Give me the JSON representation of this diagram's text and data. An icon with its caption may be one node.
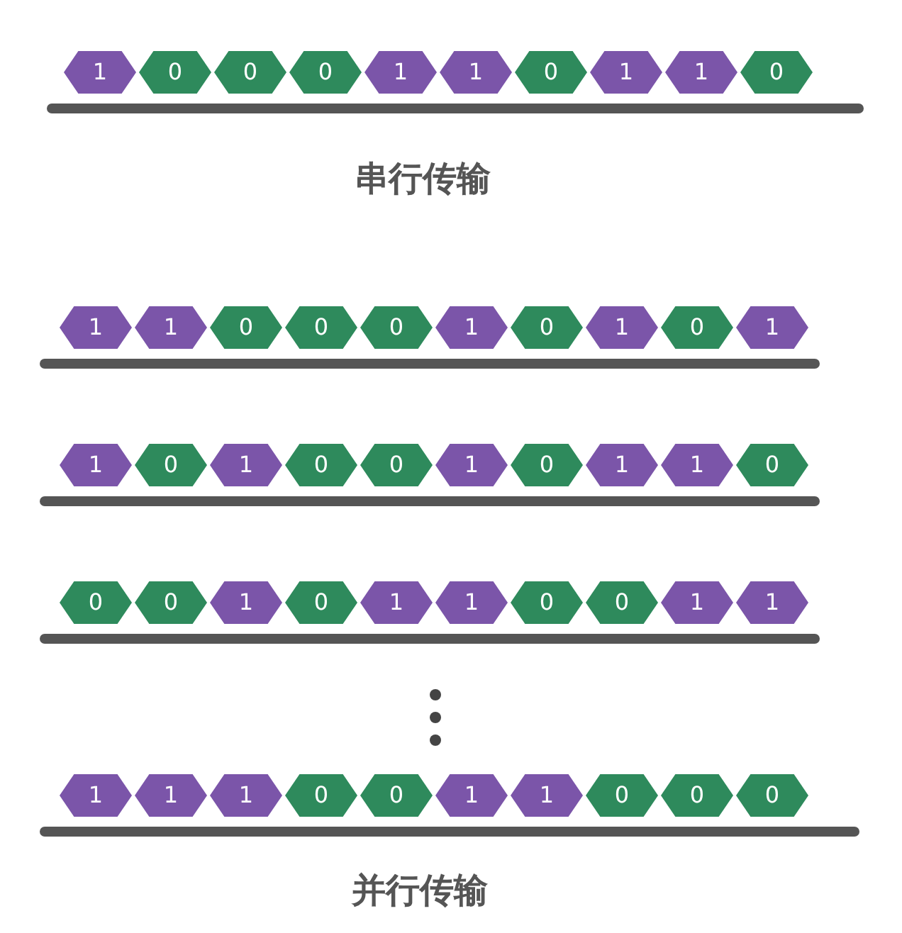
{
  "diagram": {
    "nodes": [
      {
        "text": [
          "1"
        ]
      },
      {
        "text": [
          "0"
        ]
      },
      {
        "text": [
          "0"
        ]
      },
      {
        "text": [
          "0"
        ]
      },
      {
        "text": [
          "1"
        ]
      },
      {
        "text": [
          "1"
        ]
      },
      {
        "text": [
          "0"
        ]
      },
      {
        "text": [
          "1"
        ]
      },
      {
        "text": [
          "1"
        ]
      },
      {
        "text": [
          "0"
        ]
      },
      {
        "text": [
          "1"
        ]
      },
      {
        "text": [
          "1"
        ]
      },
      {
        "text": [
          "0"
        ]
      },
      {
        "text": [
          "0"
        ]
      },
      {
        "text": [
          "0"
        ]
      },
      {
        "text": [
          "1"
        ]
      },
      {
        "text": [
          "0"
        ]
      },
      {
        "text": [
          "1"
        ]
      },
      {
        "text": [
          "0"
        ]
      },
      {
        "text": [
          "1"
        ]
      },
      {
        "text": [
          "1"
        ]
      },
      {
        "text": [
          "0"
        ]
      },
      {
        "text": [
          "1"
        ]
      },
      {
        "text": [
          "0"
        ]
      },
      {
        "text": [
          "0"
        ]
      },
      {
        "text": [
          "1"
        ]
      },
      {
        "text": [
          "0"
        ]
      },
      {
        "text": [
          "1"
        ]
      },
      {
        "text": [
          "1"
        ]
      },
      {
        "text": [
          "0"
        ]
      },
      {
        "text": [
          "0"
        ]
      },
      {
        "text": [
          "0"
        ]
      },
      {
        "text": [
          "1"
        ]
      },
      {
        "text": [
          "0"
        ]
      },
      {
        "text": [
          "1"
        ]
      },
      {
        "text": [
          "1"
        ]
      },
      {
        "text": [
          "0"
        ]
      },
      {
        "text": [
          "0"
        ]
      },
      {
        "text": [
          "1"
        ]
      },
      {
        "text": [
          "1"
        ]
      },
      {
        "text": [
          "1"
        ]
      },
      {
        "text": [
          "1"
        ]
      },
      {
        "text": [
          "1"
        ]
      },
      {
        "text": [
          "0"
        ]
      },
      {
        "text": [
          "0"
        ]
      },
      {
        "text": [
          "1"
        ]
      },
      {
        "text": [
          "1"
        ]
      },
      {
        "text": [
          "0"
        ]
      },
      {
        "text": [
          "0"
        ]
      },
      {
        "text": [
          "0"
        ]
      }
    ],
    "labels": [
      "串行传输",
      "并行传输"
    ]
  }
}
